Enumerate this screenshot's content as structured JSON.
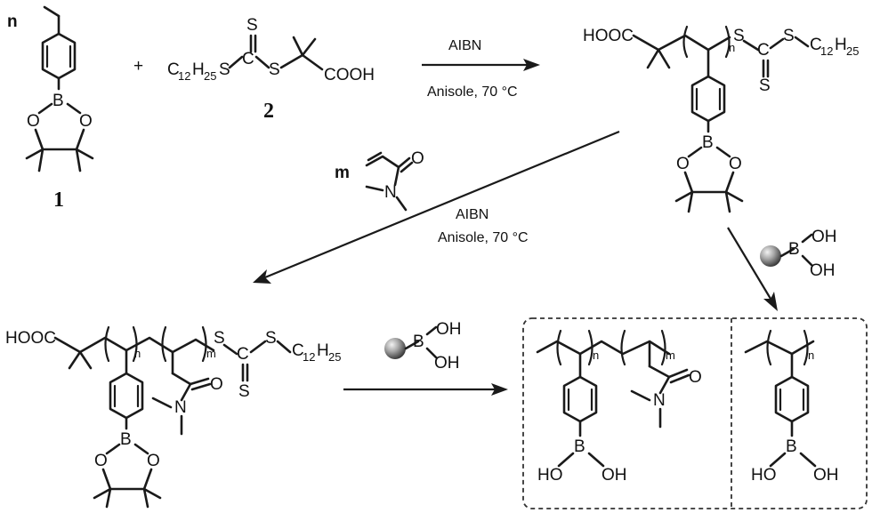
{
  "labels": {
    "n": "n",
    "m": "m",
    "plus": "+",
    "compound1": "1",
    "compound2": "2",
    "b": "B",
    "o": "O",
    "n_atom": "N",
    "s": "S",
    "c": "C",
    "hooc": "HOOC",
    "cooh": "COOH",
    "oh": "OH",
    "ho": "HO",
    "c12": "C",
    "c12_sub": "12",
    "h25": "H",
    "h25_sub": "25"
  },
  "reactions": {
    "step1": {
      "reagent": "AIBN",
      "solvent": "Anisole, 70 °C"
    },
    "step2": {
      "reagent": "AIBN",
      "solvent": "Anisole, 70 °C"
    }
  }
}
